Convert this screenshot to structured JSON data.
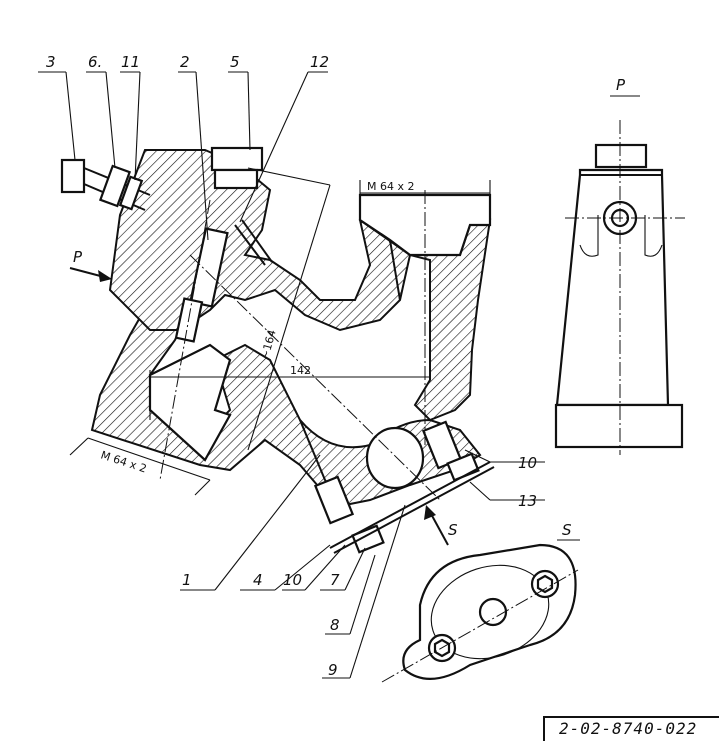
{
  "view_labels": {
    "section_p_arrow": "P",
    "view_p_title": "P",
    "section_s_arrow": "S",
    "view_s_title": "S"
  },
  "dimensions": {
    "thread_top": "M 64 x 2",
    "thread_bottom": "M 64 x 2",
    "length_164": "~164",
    "length_142": "142"
  },
  "part_numbers": {
    "p1": "1",
    "p2": "2",
    "p3": "3",
    "p4": "4",
    "p5": "5",
    "p6": "6.",
    "p7": "7",
    "p8": "8",
    "p9": "9",
    "p10a": "10",
    "p10b": "10",
    "p11": "11",
    "p12": "12",
    "p13": "13"
  },
  "drawing_number": "2-02-8740-022"
}
